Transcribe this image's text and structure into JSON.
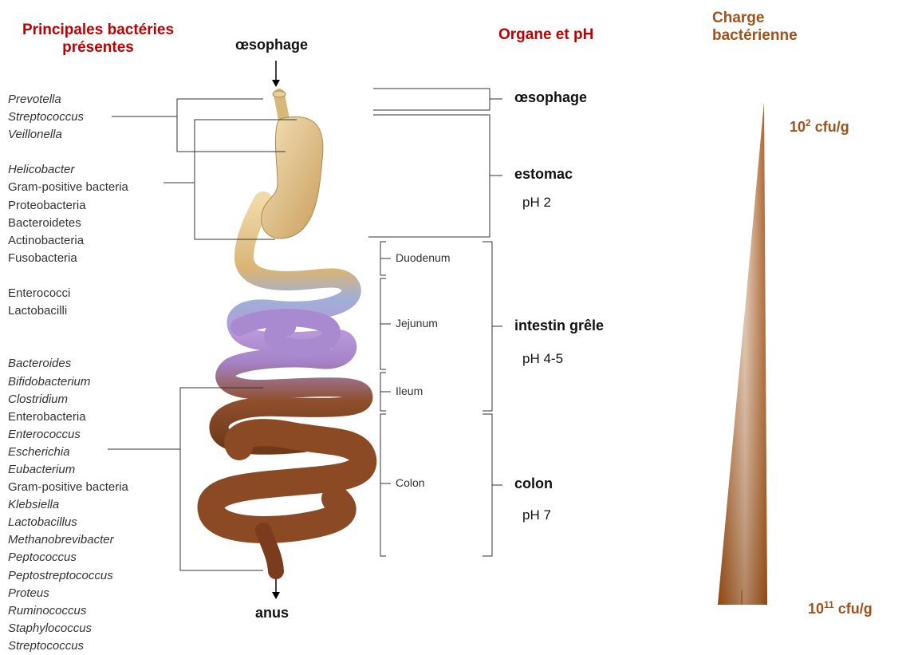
{
  "headers": {
    "bacteria_line1": "Principales bactéries",
    "bacteria_line2": "présentes",
    "organ_ph": "Organe et pH",
    "charge_line1": "Charge",
    "charge_line2": "bactérienne"
  },
  "top_label": "œsophage",
  "bottom_label": "anus",
  "bacteria": [
    {
      "name": "Prevotella",
      "italic": true
    },
    {
      "name": "Streptococcus",
      "italic": true
    },
    {
      "name": "Veillonella",
      "italic": true
    },
    {
      "name": "",
      "italic": false
    },
    {
      "name": "Helicobacter",
      "italic": true
    },
    {
      "name": "Gram-positive bacteria",
      "italic": false
    },
    {
      "name": "Proteobacteria",
      "italic": false
    },
    {
      "name": "Bacteroidetes",
      "italic": false
    },
    {
      "name": "Actinobacteria",
      "italic": false
    },
    {
      "name": "Fusobacteria",
      "italic": false
    },
    {
      "name": "",
      "italic": false
    },
    {
      "name": "Enterococci",
      "italic": false
    },
    {
      "name": "Lactobacilli",
      "italic": false
    },
    {
      "name": "",
      "italic": false
    },
    {
      "name": "",
      "italic": false
    },
    {
      "name": "Bacteroides",
      "italic": true
    },
    {
      "name": "Bifidobacterium",
      "italic": true
    },
    {
      "name": "Clostridium",
      "italic": true
    },
    {
      "name": "Enterobacteria",
      "italic": false
    },
    {
      "name": "Enterococcus",
      "italic": true
    },
    {
      "name": "Escherichia",
      "italic": true
    },
    {
      "name": "Eubacterium",
      "italic": true
    },
    {
      "name": "Gram-positive bacteria",
      "italic": false
    },
    {
      "name": "Klebsiella",
      "italic": true
    },
    {
      "name": "Lactobacillus",
      "italic": true
    },
    {
      "name": "Methanobrevibacter",
      "italic": true
    },
    {
      "name": "Peptococcus",
      "italic": true
    },
    {
      "name": "Peptostreptococcus",
      "italic": true
    },
    {
      "name": "Proteus",
      "italic": true
    },
    {
      "name": "Ruminococcus",
      "italic": true
    },
    {
      "name": "Staphylococcus",
      "italic": true
    },
    {
      "name": "Streptococcus",
      "italic": true
    }
  ],
  "segments": {
    "duodenum": "Duodenum",
    "jejunum": "Jejunum",
    "ileum": "Ileum",
    "colon": "Colon"
  },
  "organs": {
    "oesophage": {
      "name": "œsophage"
    },
    "estomac": {
      "name": "estomac",
      "ph": "pH 2"
    },
    "intestin": {
      "name": "intestin grêle",
      "ph": "pH 4-5"
    },
    "colon": {
      "name": "colon",
      "ph": "pH 7"
    }
  },
  "charge": {
    "top": {
      "base": "10",
      "exp": "2",
      "unit": " cfu/g"
    },
    "bottom": {
      "base": "10",
      "exp": "11",
      "unit": " cfu/g"
    }
  },
  "colors": {
    "header_red": "#c00000",
    "charge_brown": "#a0521c",
    "stomach": "#e6c48e",
    "small_intestine": "#b79ad6",
    "colon": "#8b4a24"
  }
}
